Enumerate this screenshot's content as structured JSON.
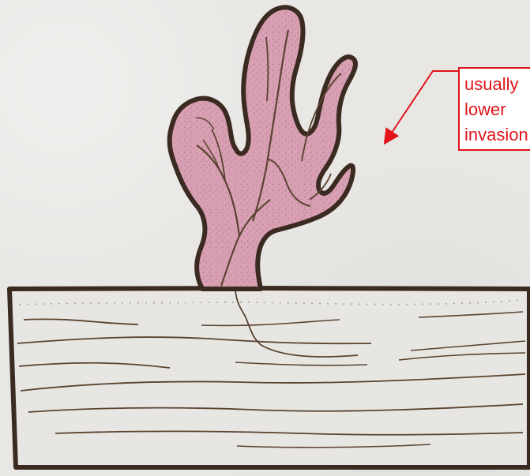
{
  "annotation": {
    "lines": [
      "usually",
      "lower",
      "invasion"
    ],
    "color": "#e0141a"
  },
  "colors": {
    "background": "#e8e7e4",
    "outline": "#3a2a20",
    "growth_fill": "#d9a0b3",
    "stroma_fill": "#e8e6e2",
    "stroke_detail": "#5a4330"
  },
  "icons": {
    "arrow": "arrow-down-left-icon"
  }
}
